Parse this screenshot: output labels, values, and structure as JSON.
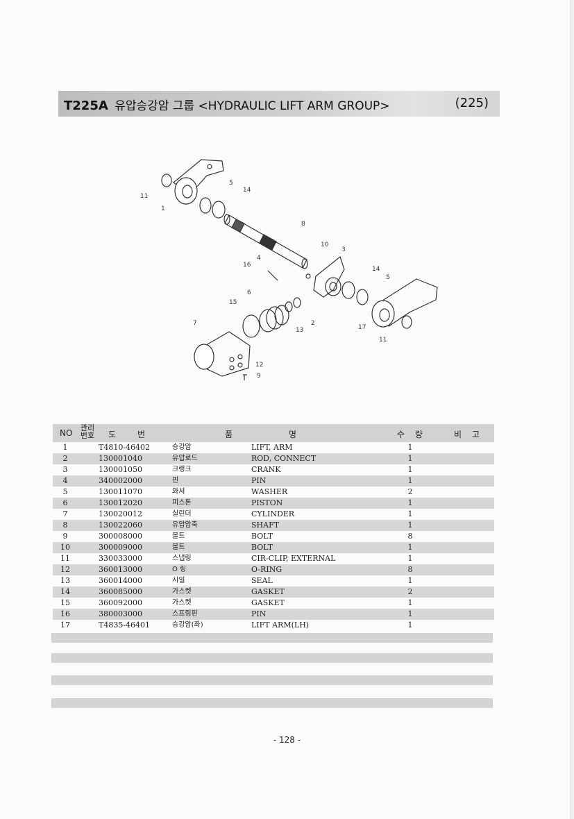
{
  "header": {
    "model_code": "T225A",
    "title_korean": "유압승강암 그룹",
    "title_english": "<HYDRAULIC LIFT ARM  GROUP>",
    "group_number": "(225)"
  },
  "diagram": {
    "callouts": [
      "11",
      "1",
      "5",
      "14",
      "8",
      "10",
      "3",
      "16",
      "4",
      "6",
      "15",
      "2",
      "13",
      "14",
      "5",
      "17",
      "11",
      "7",
      "12",
      "9"
    ]
  },
  "table": {
    "headers": {
      "no": "NO",
      "mgmt_top": "관리",
      "mgmt_bottom": "번호",
      "drawing_a": "도",
      "drawing_b": "번",
      "name_a": "품",
      "name_b": "명",
      "qty_a": "수",
      "qty_b": "량",
      "remark_a": "비",
      "remark_b": "고"
    },
    "rows": [
      {
        "no": "1",
        "part": "T4810-46402",
        "kor": "승강암",
        "eng": "LIFT, ARM",
        "qty": "1"
      },
      {
        "no": "2",
        "part": "130001040",
        "kor": "유압로드",
        "eng": "ROD, CONNECT",
        "qty": "1"
      },
      {
        "no": "3",
        "part": "130001050",
        "kor": "크랭크",
        "eng": "CRANK",
        "qty": "1"
      },
      {
        "no": "4",
        "part": "340002000",
        "kor": "핀",
        "eng": "PIN",
        "qty": "1"
      },
      {
        "no": "5",
        "part": "130011070",
        "kor": "와셔",
        "eng": "WASHER",
        "qty": "2"
      },
      {
        "no": "6",
        "part": "130012020",
        "kor": "피스톤",
        "eng": "PISTON",
        "qty": "1"
      },
      {
        "no": "7",
        "part": "130020012",
        "kor": "실린더",
        "eng": "CYLINDER",
        "qty": "1"
      },
      {
        "no": "8",
        "part": "130022060",
        "kor": "유압암축",
        "eng": "SHAFT",
        "qty": "1"
      },
      {
        "no": "9",
        "part": "300008000",
        "kor": "볼트",
        "eng": "BOLT",
        "qty": "8"
      },
      {
        "no": "10",
        "part": "300009000",
        "kor": "볼트",
        "eng": "BOLT",
        "qty": "1"
      },
      {
        "no": "11",
        "part": "330033000",
        "kor": "스냅링",
        "eng": "CIR-CLIP, EXTERNAL",
        "qty": "1"
      },
      {
        "no": "12",
        "part": "360013000",
        "kor": "O 링",
        "eng": "O-RING",
        "qty": "8"
      },
      {
        "no": "13",
        "part": "360014000",
        "kor": "시일",
        "eng": "SEAL",
        "qty": "1"
      },
      {
        "no": "14",
        "part": "360085000",
        "kor": "가스켓",
        "eng": "GASKET",
        "qty": "2"
      },
      {
        "no": "15",
        "part": "360092000",
        "kor": "가스켓",
        "eng": "GASKET",
        "qty": "1"
      },
      {
        "no": "16",
        "part": "380003000",
        "kor": "스프링핀",
        "eng": "PIN",
        "qty": "1"
      },
      {
        "no": "17",
        "part": "T4835-46401",
        "kor": "승강암(좌)",
        "eng": "LIFT ARM(LH)",
        "qty": "1"
      }
    ]
  },
  "footer": {
    "page_number": "- 128 -"
  }
}
